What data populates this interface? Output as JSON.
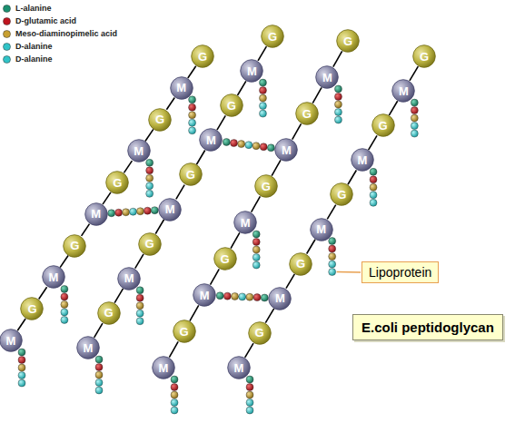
{
  "diagram": {
    "nodes": [
      {
        "text": [
          "G"
        ]
      },
      {
        "text": [
          "M"
        ]
      },
      {
        "text": [
          "G"
        ]
      },
      {
        "text": [
          "M"
        ]
      },
      {
        "text": [
          "G"
        ]
      },
      {
        "text": [
          "M"
        ]
      },
      {
        "text": [
          "G"
        ]
      },
      {
        "text": [
          "M"
        ]
      },
      {
        "text": [
          "G"
        ]
      },
      {
        "text": [
          "M"
        ]
      },
      {
        "text": [
          "G"
        ]
      },
      {
        "text": [
          "M"
        ]
      },
      {
        "text": [
          "G"
        ]
      },
      {
        "text": [
          "M"
        ]
      },
      {
        "text": [
          "G"
        ]
      },
      {
        "text": [
          "M"
        ]
      },
      {
        "text": [
          "G"
        ]
      },
      {
        "text": [
          "M"
        ]
      },
      {
        "text": [
          "G"
        ]
      },
      {
        "text": [
          "M"
        ]
      },
      {
        "text": [
          "G"
        ]
      },
      {
        "text": [
          "M"
        ]
      },
      {
        "text": [
          "G"
        ]
      },
      {
        "text": [
          "M"
        ]
      },
      {
        "text": [
          "G"
        ]
      },
      {
        "text": [
          "M"
        ]
      },
      {
        "text": [
          "G"
        ]
      },
      {
        "text": [
          "M"
        ]
      },
      {
        "text": [
          "G"
        ]
      },
      {
        "text": [
          "M"
        ]
      },
      {
        "text": [
          "G"
        ]
      },
      {
        "text": [
          "M"
        ]
      },
      {
        "text": [
          "G"
        ]
      },
      {
        "text": [
          "M"
        ]
      },
      {
        "text": [
          "G"
        ]
      },
      {
        "text": [
          "M"
        ]
      },
      {
        "text": [
          "G"
        ]
      },
      {
        "text": [
          "M"
        ]
      },
      {
        "text": [
          "G"
        ]
      },
      {
        "text": [
          "M"
        ]
      },
      {
        "text": [
          "Lipoprotein"
        ]
      },
      {
        "text": [
          "E.coli peptidoglycan"
        ]
      }
    ],
    "edges": [
      {
        "from": 0,
        "to": 1,
        "arrow": "none"
      },
      {
        "from": 1,
        "to": 2,
        "arrow": "none"
      },
      {
        "from": 2,
        "to": 3,
        "arrow": "none"
      },
      {
        "from": 3,
        "to": 4,
        "arrow": "none"
      },
      {
        "from": 4,
        "to": 5,
        "arrow": "none"
      },
      {
        "from": 5,
        "to": 6,
        "arrow": "none"
      },
      {
        "from": 6,
        "to": 7,
        "arrow": "none"
      },
      {
        "from": 7,
        "to": 8,
        "arrow": "none"
      },
      {
        "from": 8,
        "to": 9,
        "arrow": "none"
      },
      {
        "from": 10,
        "to": 11,
        "arrow": "none"
      },
      {
        "from": 11,
        "to": 12,
        "arrow": "none"
      },
      {
        "from": 12,
        "to": 13,
        "arrow": "none"
      },
      {
        "from": 13,
        "to": 14,
        "arrow": "none"
      },
      {
        "from": 14,
        "to": 15,
        "arrow": "none"
      },
      {
        "from": 15,
        "to": 16,
        "arrow": "none"
      },
      {
        "from": 16,
        "to": 17,
        "arrow": "none"
      },
      {
        "from": 17,
        "to": 18,
        "arrow": "none"
      },
      {
        "from": 18,
        "to": 19,
        "arrow": "none"
      },
      {
        "from": 20,
        "to": 21,
        "arrow": "none"
      },
      {
        "from": 21,
        "to": 22,
        "arrow": "none"
      },
      {
        "from": 22,
        "to": 23,
        "arrow": "none"
      },
      {
        "from": 23,
        "to": 24,
        "arrow": "none"
      },
      {
        "from": 24,
        "to": 25,
        "arrow": "none"
      },
      {
        "from": 25,
        "to": 26,
        "arrow": "none"
      },
      {
        "from": 26,
        "to": 27,
        "arrow": "none"
      },
      {
        "from": 27,
        "to": 28,
        "arrow": "none"
      },
      {
        "from": 28,
        "to": 29,
        "arrow": "none"
      },
      {
        "from": 30,
        "to": 31,
        "arrow": "none"
      },
      {
        "from": 31,
        "to": 32,
        "arrow": "none"
      },
      {
        "from": 32,
        "to": 33,
        "arrow": "none"
      },
      {
        "from": 33,
        "to": 34,
        "arrow": "none"
      },
      {
        "from": 34,
        "to": 35,
        "arrow": "none"
      },
      {
        "from": 35,
        "to": 36,
        "arrow": "none"
      },
      {
        "from": 36,
        "to": 37,
        "arrow": "none"
      },
      {
        "from": 37,
        "to": 38,
        "arrow": "none"
      },
      {
        "from": 38,
        "to": 39,
        "arrow": "none"
      },
      {
        "from": 5,
        "to": 15,
        "arrow": "none"
      },
      {
        "from": 13,
        "to": 23,
        "arrow": "none"
      },
      {
        "from": 27,
        "to": 37,
        "arrow": "none"
      }
    ],
    "legend": [
      {
        "text": "L-alanine",
        "color": "#1a9070"
      },
      {
        "text": "D-glutamic acid",
        "color": "#c0141e"
      },
      {
        "text": "Meso-diaminopimelic acid",
        "color": "#c8a030"
      },
      {
        "text": "D-alanine",
        "color": "#30c4c8"
      },
      {
        "text": "D-alanine",
        "color": "#30c4c8"
      }
    ]
  }
}
